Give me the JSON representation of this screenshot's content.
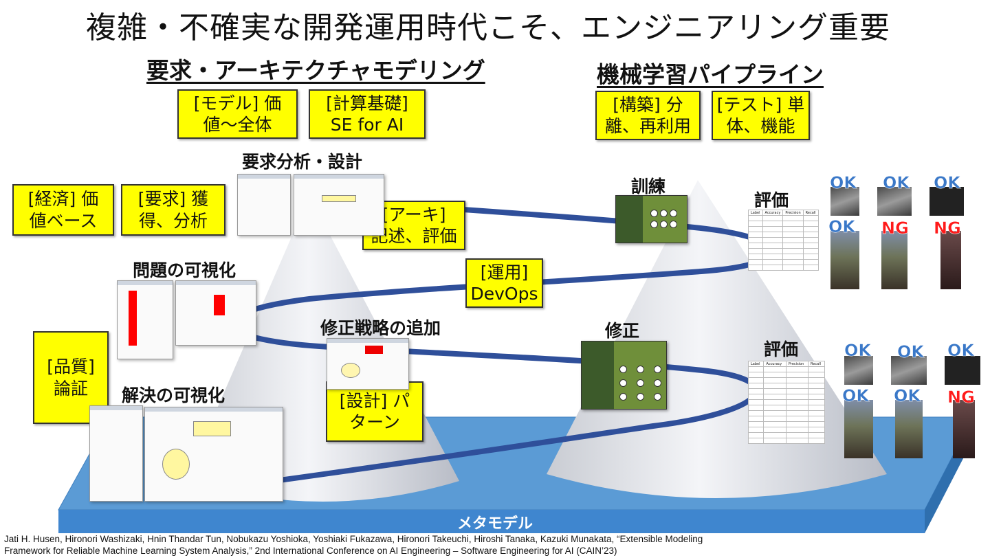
{
  "title": "複雑・不確実な開発運用時代こそ、エンジニアリング重要",
  "sections": {
    "left": "要求・アーキテクチャモデリング",
    "right": "機械学習パイプライン"
  },
  "boxes": {
    "model": [
      "[モデル] 価",
      "値～全体"
    ],
    "calc": [
      "[計算基礎]",
      "SE for AI"
    ],
    "build": [
      "[構築] 分",
      "離、再利用"
    ],
    "test": [
      "[テスト] 単",
      "体、機能"
    ],
    "econ": [
      "[経済] 価",
      "値ベース"
    ],
    "req": [
      "[要求] 獲",
      "得、分析"
    ],
    "arch": [
      "[アーキ]",
      "記述、評価"
    ],
    "ops": [
      "[運用]",
      "DevOps"
    ],
    "quality": [
      "[品質]",
      "論証"
    ],
    "design": [
      "[設計] パ",
      "ターン"
    ]
  },
  "labels": {
    "req_design": "要求分析・設計",
    "problem_vis": "問題の可視化",
    "fix_strategy": "修正戦略の追加",
    "solution_vis": "解決の可視化",
    "train": "訓練",
    "fix": "修正",
    "eval1": "評価",
    "eval2": "評価"
  },
  "table_headers": [
    "Label",
    "Accuracy",
    "Precision",
    "Recall"
  ],
  "results_top": [
    "OK",
    "OK",
    "OK",
    "OK",
    "NG",
    "NG"
  ],
  "results_bottom": [
    "OK",
    "OK",
    "OK",
    "OK",
    "OK",
    "NG"
  ],
  "platform_label": "メタモデル",
  "citation": [
    "Jati H. Husen, Hironori Washizaki, Hnin Thandar Tun, Nobukazu Yoshioka, Yoshiaki Fukazawa, Hironori Takeuchi, Hiroshi Tanaka, Kazuki Munakata, “Extensible Modeling",
    "Framework for Reliable Machine Learning System Analysis,” 2nd International Conference on AI Engineering – Software Engineering for AI (CAIN’23)"
  ],
  "colors": {
    "box": "#ffff00",
    "platform": "#5b9bd5",
    "spiral": "#2f4f9a",
    "ok": "#3a78c8",
    "ng": "#ff1a1a"
  }
}
